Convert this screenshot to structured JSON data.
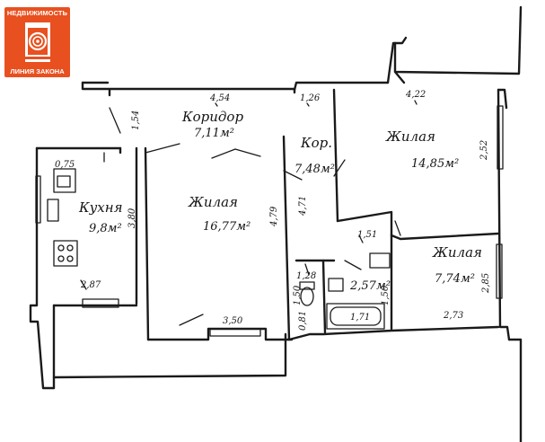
{
  "logo": {
    "top_text": "НЕДВИЖИМОСТЬ",
    "bottom_text": "ЛИНИЯ ЗАКОНА",
    "color": "#e8501f"
  },
  "rooms": {
    "corridor": {
      "name": "Коридор",
      "area": "7,11м²"
    },
    "kor": {
      "name": "Кор.",
      "area": "7,48м²"
    },
    "living_top_right": {
      "name": "Жилая",
      "area": "14,85м²"
    },
    "kitchen": {
      "name": "Кухня",
      "area": "9,8м²"
    },
    "living_center": {
      "name": "Жилая",
      "area": "16,77м²"
    },
    "living_bottom_right": {
      "name": "Жилая",
      "area": "7,74м²"
    },
    "bath": {
      "area": "2,57м²"
    }
  },
  "dimensions": {
    "corridor_width": "4,54",
    "passage": "1,26",
    "right_room_width": "4,22",
    "right_room_height": "2,52",
    "corridor_depth": "1,54",
    "kitchen_length": "3,80",
    "kitchen_width": "2,87",
    "kitchen_niche": "0,75",
    "center_room_length": "4,79",
    "center_room_width": "3,50",
    "kor_length": "4,71",
    "bottom_room_depth": "1,51",
    "bottom_room_width": "2,73",
    "bottom_room_height": "2,85",
    "wc_width": "1,28",
    "wc_depth": "1,50",
    "wc_bottom": "0,81",
    "bath_depth": "1,50",
    "bath_length": "1,71"
  }
}
